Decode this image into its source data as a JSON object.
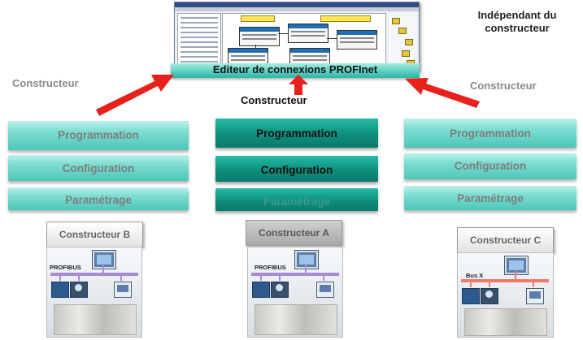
{
  "header": {
    "independent_label": "Indépendant du\nconstructeur",
    "editor_label": "Editeur de connexions PROFInet",
    "left_label": "Constructeur",
    "right_label": "Constructeur",
    "center_label": "Constructeur"
  },
  "columns": [
    {
      "layers": [
        "Programmation",
        "Configuration",
        "Paramétrage"
      ],
      "manufacturer": "Constructeur B",
      "bus_label": "PROFIBUS"
    },
    {
      "layers": [
        "Programmation",
        "Configuration",
        "Paramétrage"
      ],
      "manufacturer": "Constructeur A",
      "bus_label": "PROFIBUS"
    },
    {
      "layers": [
        "Programmation",
        "Configuration",
        "Paramétrage"
      ],
      "manufacturer": "Constructeur C",
      "bus_label": "Bus  X"
    }
  ],
  "colors": {
    "arrow": "#e8201b",
    "bus_profibus": "#a98bd6",
    "bus_x": "#f07a6e",
    "teal_light": "#7fded2",
    "teal_dark": "#0d8e7d"
  }
}
